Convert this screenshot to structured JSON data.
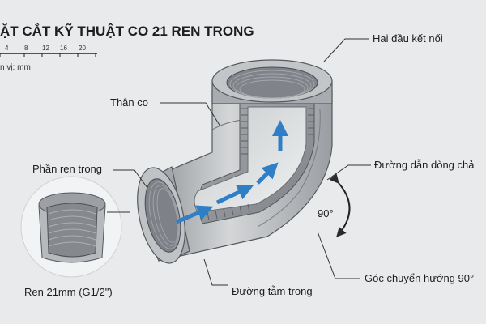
{
  "title": "ẶT CẮT KỸ THUẬT CO 21 REN TRONG",
  "scale": {
    "ticks": [
      "4",
      "8",
      "12",
      "16",
      "20"
    ],
    "unit_label": "n vị: mm"
  },
  "labels": {
    "both_ends": "Hai đầu kết nối",
    "body": "Thân co",
    "inner_thread": "Phần ren trong",
    "flow_path": "Đường dẫn dòng chả",
    "angle_value": "90°",
    "turn_angle": "Góc chuyển hướng 90°",
    "inner_bore": "Đường tẫm trong",
    "thread_size": "Ren 21mm (G1/2\")"
  },
  "colors": {
    "background": "#e9eaeb",
    "metal": "#b4b7ba",
    "cut_face": "#8a8e92",
    "flow": "#2f7fc6",
    "text": "#1d1d1d"
  }
}
